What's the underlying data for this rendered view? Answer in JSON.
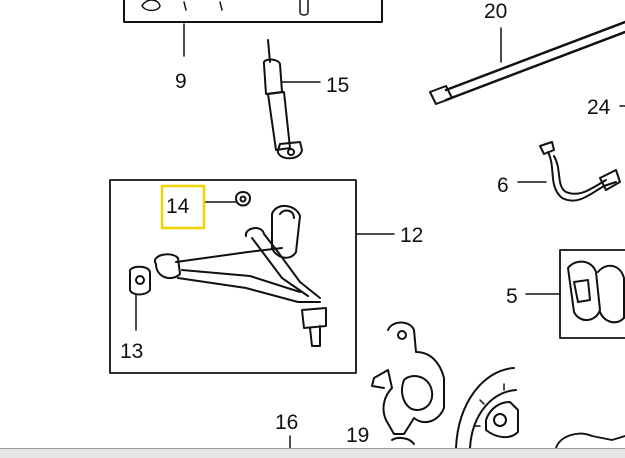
{
  "callouts": {
    "n9": "9",
    "n20": "20",
    "n15": "15",
    "n24": "24",
    "n6": "6",
    "n14": "14",
    "n12": "12",
    "n5": "5",
    "n13": "13",
    "n16": "16",
    "n19": "19"
  },
  "highlight": {
    "callout": "14",
    "color": "#f2d200"
  }
}
